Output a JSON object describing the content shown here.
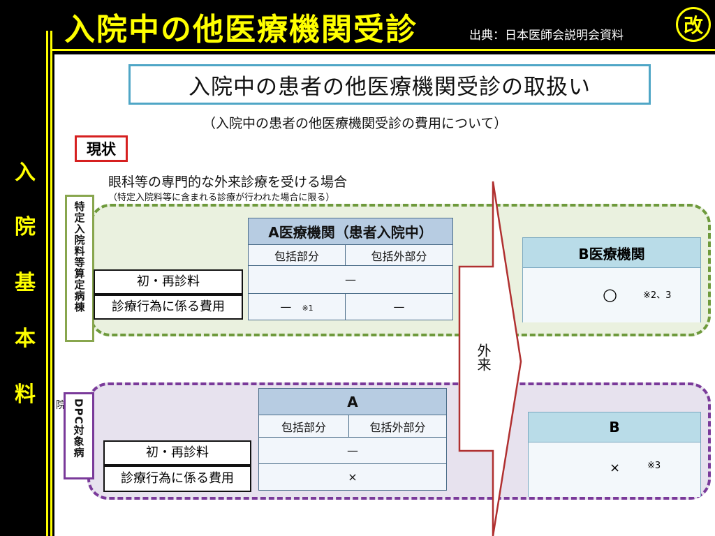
{
  "header": {
    "title": "入院中の他医療機関受診",
    "source": "出典：日本医師会説明会資料",
    "badge": "改"
  },
  "side_label": [
    "入",
    "院",
    "基",
    "本",
    "料"
  ],
  "slide": {
    "main_title": "入院中の患者の他医療機関受診の取扱い",
    "subtitle": "（入院中の患者の他医療機関受診の費用について）",
    "status_label": "現状",
    "case_title": "眼科等の専門的な外来診療を受ける場合",
    "case_note": "（特定入院料等に含まれる診療が行われた場合に限る）",
    "outpatient_label": "外来",
    "inpatient_label": "院",
    "green_section": {
      "ward_label": "特定入院料等算定病棟",
      "a_header": "A医療機関（患者入院中）",
      "col_incl": "包括部分",
      "col_excl": "包括外部分",
      "row1_label": "初・再診料",
      "row2_label": "診療行為に係る費用",
      "row1_value": "—",
      "row2_incl": "—",
      "row2_incl_note": "※1",
      "row2_excl": "—",
      "b_header": "B医療機関",
      "b_value": "○",
      "b_note": "※2、3"
    },
    "purple_section": {
      "ward_label": "DPC対象病",
      "a_header": "A",
      "col_incl": "包括部分",
      "col_excl": "包括外部分",
      "row1_label": "初・再診料",
      "row2_label": "診療行為に係る費用",
      "row1_value": "—",
      "row2_value": "×",
      "b_header": "B",
      "b_value": "×",
      "b_note": "※3"
    }
  }
}
